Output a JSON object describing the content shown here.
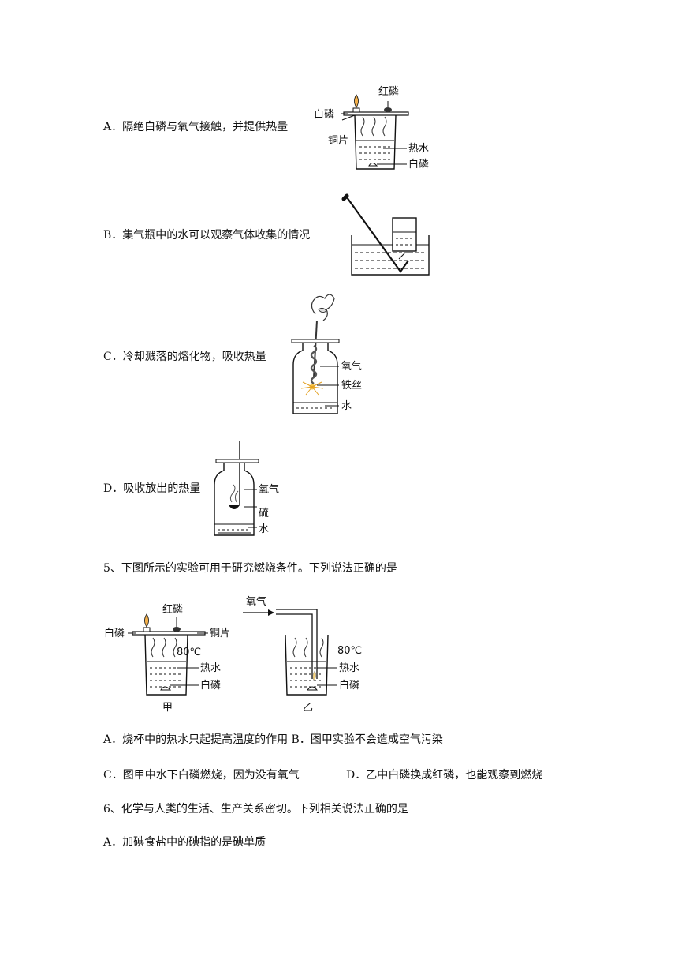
{
  "options_prev": {
    "a": "A．隔绝白磷与氧气接触，并提供热量",
    "b": "B．集气瓶中的水可以观察气体收集的情况",
    "c": "C．冷却溅落的熔化物，吸收热量",
    "d": "D．吸收放出的热量"
  },
  "fig_a": {
    "red_p": "红磷",
    "white_p_top": "白磷",
    "copper": "铜片",
    "hot_water": "热水",
    "white_p_bottom": "白磷"
  },
  "fig_c": {
    "oxygen": "氧气",
    "iron_wire": "铁丝",
    "water": "水"
  },
  "fig_d": {
    "oxygen": "氧气",
    "sulfur": "硫",
    "water": "水"
  },
  "q5": {
    "stem": "5、下图所示的实验可用于研究燃烧条件。下列说法正确的是",
    "fig_jia": {
      "red_p": "红磷",
      "white_p_top": "白磷",
      "copper": "铜片",
      "temp": "80℃",
      "hot_water": "热水",
      "white_p_bottom": "白磷",
      "caption": "甲"
    },
    "fig_yi": {
      "oxygen": "氧气",
      "temp": "80℃",
      "hot_water": "热水",
      "white_p": "白磷",
      "caption": "乙"
    },
    "options_row1": "A．烧杯中的热水只起提高温度的作用 B．图甲实验不会造成空气污染",
    "option_c": "C．图甲中水下白磷燃烧，因为没有氧气",
    "option_d": "D．乙中白磷换成红磷，也能观察到燃烧"
  },
  "q6": {
    "stem": "6、化学与人类的生活、生产关系密切。下列相关说法正确的是",
    "option_a": "A．加碘食盐中的碘指的是碘单质"
  }
}
